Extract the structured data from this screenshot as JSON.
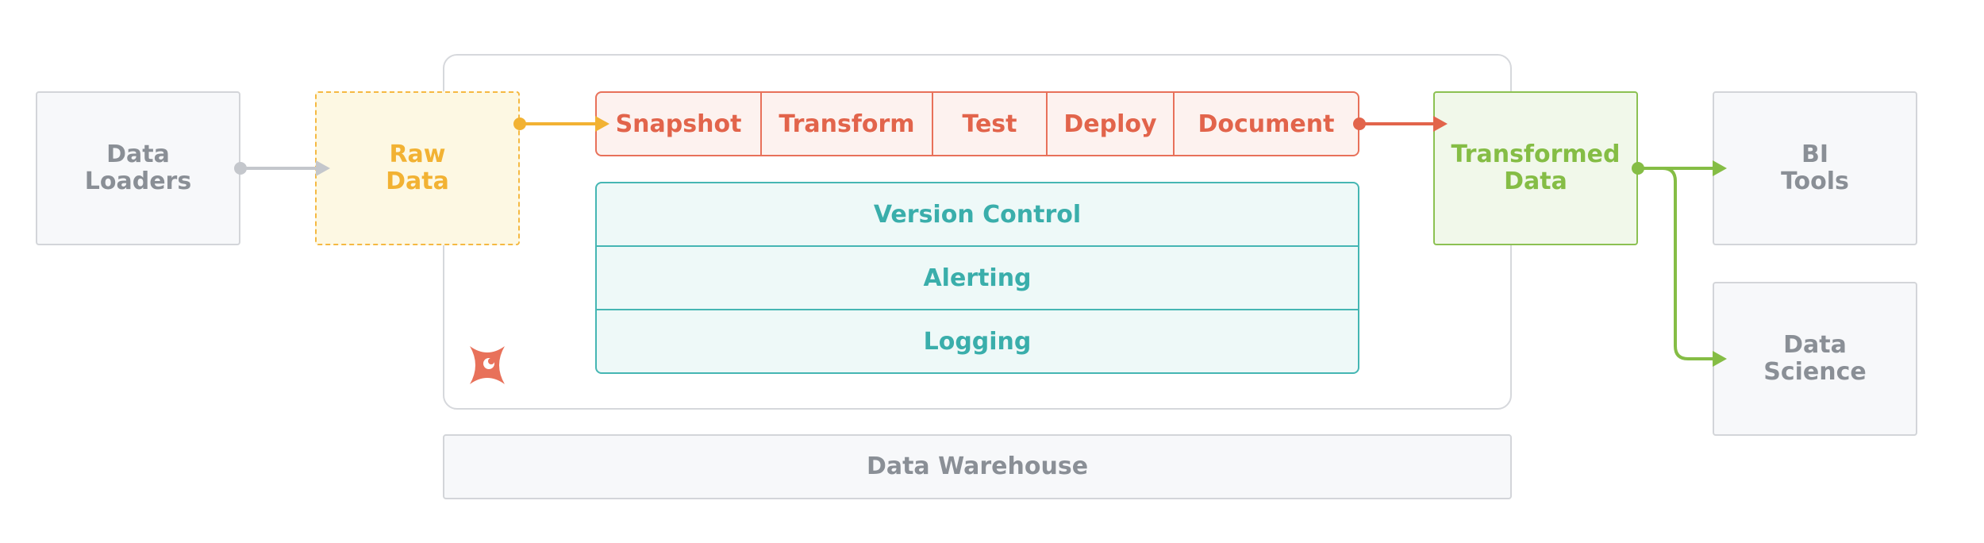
{
  "nodes": {
    "data_loaders": "Data\nLoaders",
    "raw_data": "Raw\nData",
    "transformed_data": "Transformed\nData",
    "bi_tools": "BI\nTools",
    "data_science": "Data\nScience",
    "data_warehouse": "Data Warehouse"
  },
  "pipeline_steps": [
    "Snapshot",
    "Transform",
    "Test",
    "Deploy",
    "Document"
  ],
  "features": [
    "Version Control",
    "Alerting",
    "Logging"
  ],
  "colors": {
    "grey": "#8a8f96",
    "raw": "#f2b233",
    "steps": "#e2644b",
    "features": "#3aaeab",
    "transformed": "#85bd45"
  },
  "icons": {
    "logo": "dbt-logo-icon"
  }
}
